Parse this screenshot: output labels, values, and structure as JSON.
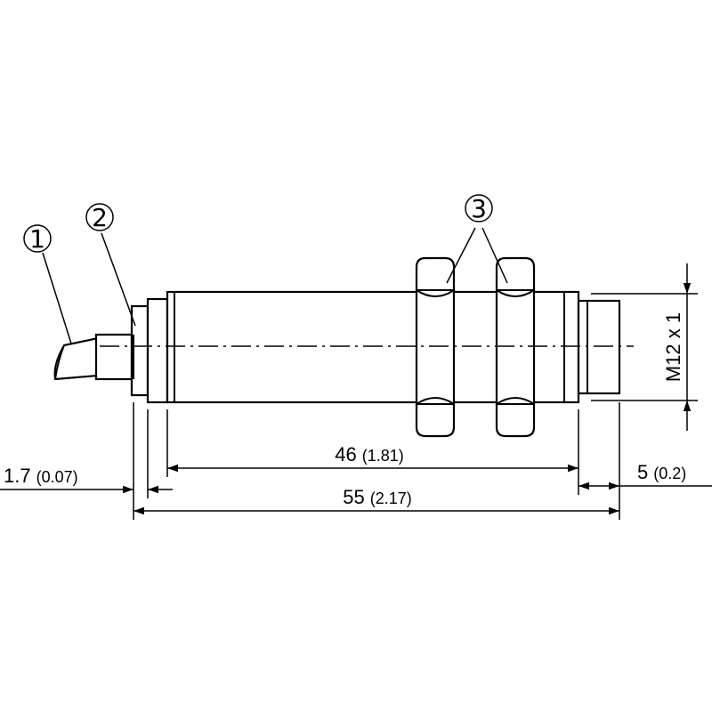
{
  "callouts": {
    "cable": "1",
    "cable_gland": "2",
    "nuts": "3"
  },
  "dimensions": {
    "gap_main": "1.7",
    "gap_sub": "(0.07)",
    "body_main": "46",
    "body_sub": "(1.81)",
    "total_main": "55",
    "total_sub": "(2.17)",
    "tip_main": "5",
    "tip_sub": "(0.2)",
    "thread": "M12 x 1"
  }
}
